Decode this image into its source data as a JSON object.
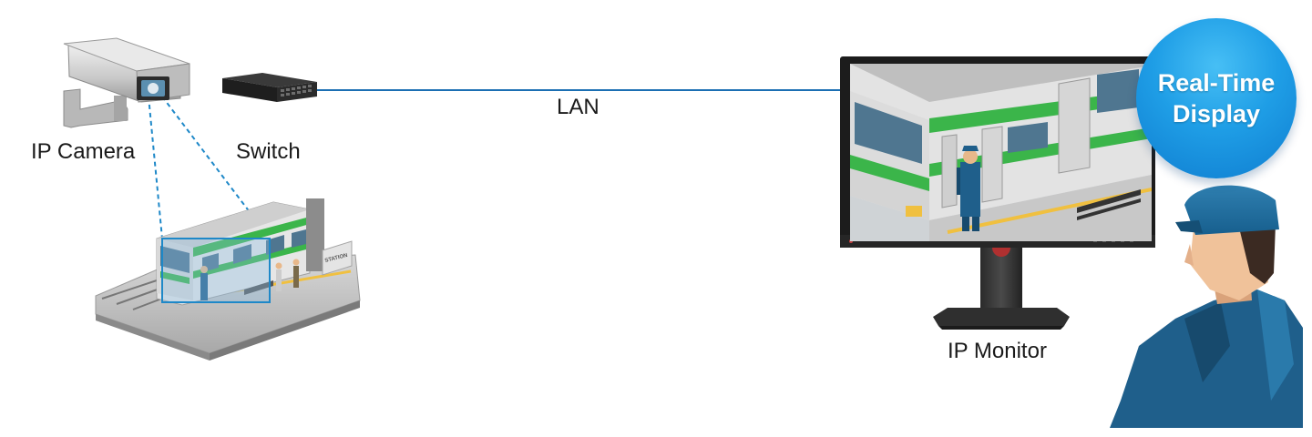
{
  "labels": {
    "camera": "IP Camera",
    "switch": "Switch",
    "lan": "LAN",
    "monitor": "IP Monitor",
    "station_sign": "STATION"
  },
  "badge": {
    "line1": "Real-Time",
    "line2": "Display"
  },
  "colors": {
    "lan_line": "#1b6fb3",
    "view_lines": "#1e88c8",
    "badge": "#1f9ee6",
    "train_stripe": "#3bb54a",
    "uniform": "#1f5f8b"
  }
}
